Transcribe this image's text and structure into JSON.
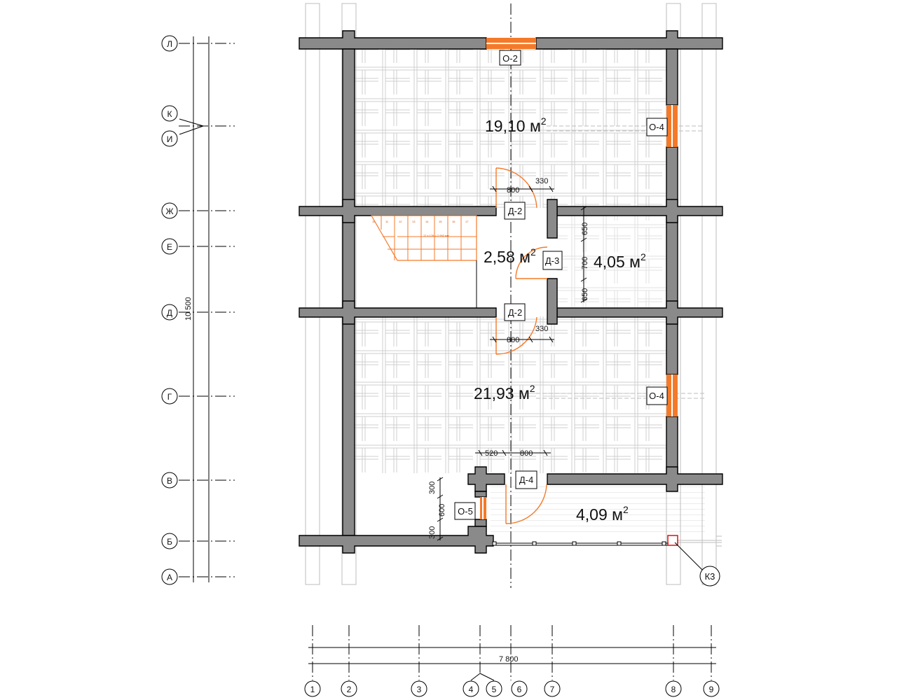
{
  "rooms": {
    "top_area": "19,10 м",
    "hall_area": "2,58 м",
    "bath_area": "4,05 м",
    "bottom_area": "21,93 м",
    "porch_area": "4,09 м",
    "squared": "2"
  },
  "tags": {
    "window_top": "О-2",
    "window_right_top": "О-4",
    "window_right_bottom": "О-4",
    "window_porch": "О-5",
    "door_hall_top": "Д-2",
    "door_hall_bottom": "Д-2",
    "door_bath": "Д-3",
    "door_porch": "Д-4",
    "kz": "К3"
  },
  "dims": {
    "d800_top": "800",
    "d330_top": "330",
    "d800_bottom": "800",
    "d330_bottom": "330",
    "d520": "520",
    "d800_porch": "800",
    "d650_top": "650",
    "d700": "700",
    "d650_bottom": "650",
    "d300_top": "300",
    "d600": "600",
    "d300_bottom": "300",
    "total_height": "10 500",
    "total_width": "7 800"
  },
  "axes_rows": [
    "Л",
    "К",
    "И",
    "Ж",
    "Е",
    "Д",
    "Г",
    "В",
    "Б",
    "А"
  ],
  "axes_cols": [
    "1",
    "2",
    "3",
    "4",
    "5",
    "6",
    "7",
    "8",
    "9"
  ],
  "stair_label": "17 x 176 = 2 992 мм",
  "stair_steps": [
    "10",
    "11",
    "12",
    "13",
    "14",
    "15",
    "16",
    "17"
  ]
}
